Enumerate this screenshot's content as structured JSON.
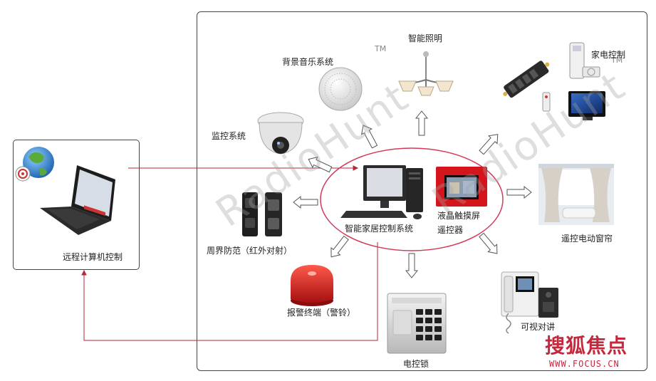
{
  "labels": {
    "lighting": "智能照明",
    "music": "背景音乐系统",
    "appliance": "家电控制",
    "surveillance": "监控系统",
    "perimeter": "周界防范（红外对射）",
    "alarm": "报警终端（警铃）",
    "lock": "电控锁",
    "intercom": "可视对讲",
    "curtain": "遥控电动窗帘",
    "hub": "智能家居控制系统",
    "touchscreen": "液晶触摸屏",
    "remote": "遥控器",
    "remote_pc": "远程计算机控制"
  },
  "watermark": {
    "text": "RadioHunt",
    "tm": "TM"
  },
  "logo": {
    "name": "搜狐焦点",
    "url": "WWW.FOCUS.CN"
  },
  "colors": {
    "hub_ellipse": "#d23a5a",
    "link_line": "#b02a3a",
    "arrow_fill": "#ffffff",
    "arrow_stroke": "#555555",
    "logo": "#c4283c"
  }
}
